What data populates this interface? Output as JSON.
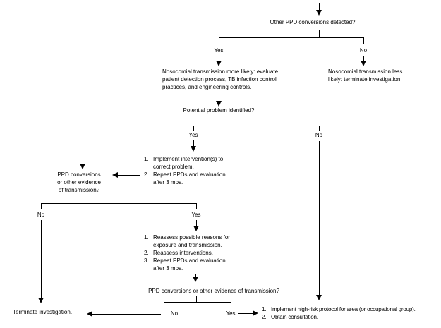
{
  "colors": {
    "background": "#ffffff",
    "ink": "#000000"
  },
  "flowchart": {
    "q1": {
      "text": "Other PPD conversions detected?",
      "yes": "Yes",
      "no": "No"
    },
    "nosocomial_more": {
      "lines": [
        "Nosocomial transmission more likely: evaluate",
        "patient detection process, TB infection control",
        "practices, and engineering controls."
      ]
    },
    "nosocomial_less": {
      "lines": [
        "Nosocomial transmission less",
        "likely:  terminate investigation."
      ]
    },
    "q2": {
      "text": "Potential problem identified?",
      "yes": "Yes",
      "no": "No"
    },
    "intervention_list": {
      "items": [
        {
          "num": "1.",
          "lines": [
            "Implement intervention(s) to",
            "correct problem."
          ]
        },
        {
          "num": "2.",
          "lines": [
            "Repeat PPDs and evaluation",
            "after 3 mos."
          ]
        }
      ]
    },
    "q3": {
      "lines": [
        "PPD conversions",
        "or other evidence",
        "of transmission?"
      ],
      "no": "No",
      "yes": "Yes"
    },
    "reassess_list": {
      "items": [
        {
          "num": "1.",
          "lines": [
            "Reassess possible reasons for",
            "exposure and transmission."
          ]
        },
        {
          "num": "2.",
          "lines": [
            "Reassess interventions."
          ]
        },
        {
          "num": "3.",
          "lines": [
            "Repeat PPDs and evaluation",
            "after 3 mos."
          ]
        }
      ]
    },
    "q4": {
      "text": "PPD conversions or other evidence of transmission?",
      "no": "No",
      "yes": "Yes"
    },
    "terminate": {
      "text": "Terminate investigation."
    },
    "high_risk_list": {
      "items": [
        {
          "num": "1.",
          "lines": [
            "Implement high-risk protocol for area (or occupational group)."
          ]
        },
        {
          "num": "2.",
          "lines": [
            "Obtain consultation."
          ]
        }
      ]
    }
  }
}
